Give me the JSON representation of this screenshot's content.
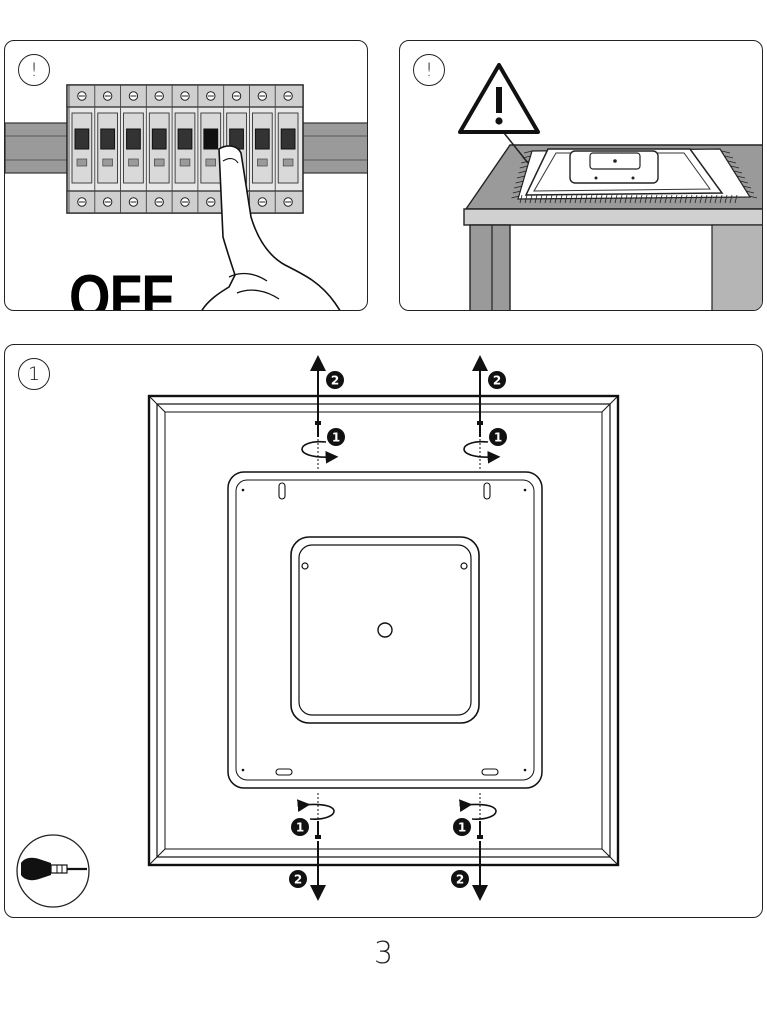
{
  "panels": {
    "breaker": {
      "badge": "!",
      "label": "OFF"
    },
    "warning": {
      "badge": "!"
    },
    "removal": {
      "badge": "1",
      "steps": {
        "unscrew": "1",
        "lift": "2"
      }
    }
  },
  "page_number": "3",
  "icons": {
    "breaker_panel": "circuit-breaker-icon",
    "hand": "hand-pointing-icon",
    "warning": "warning-triangle-icon",
    "table": "table-with-lamp-icon",
    "screwdriver": "screwdriver-icon"
  },
  "colors": {
    "line": "#222222",
    "breaker_gray": "#d4d4d4",
    "rail": "#9a9a9a",
    "background": "#ffffff"
  }
}
